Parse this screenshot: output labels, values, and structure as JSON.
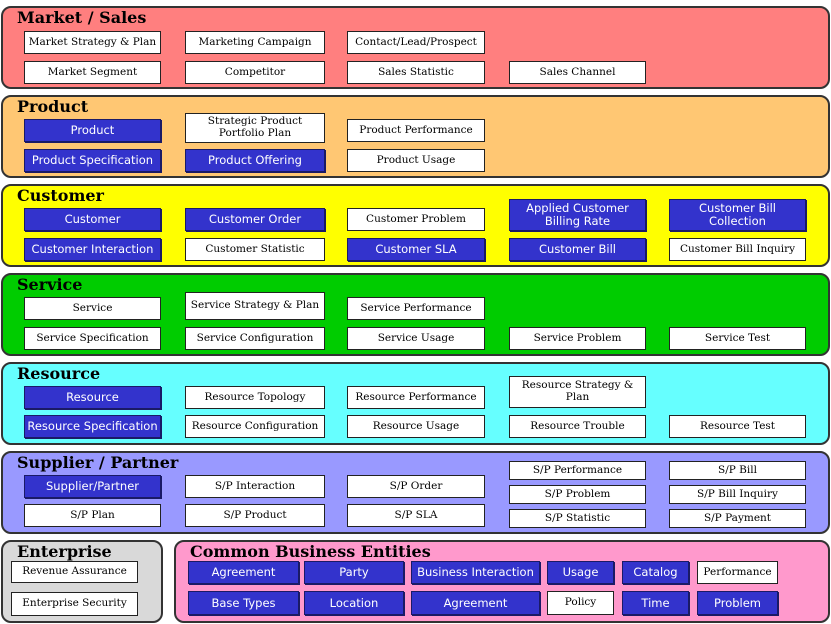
{
  "colors": {
    "market_sales": "#ff7f7f",
    "product": "#ffc773",
    "customer": "#ffff00",
    "service": "#00cc00",
    "resource": "#66ffff",
    "supplier_partner": "#9999ff",
    "enterprise": "#d9d9d9",
    "common": "#ff99cc",
    "highlight_box": "#3333cc",
    "plain_box": "#ffffff"
  },
  "market_sales": {
    "title": "Market / Sales",
    "entities": [
      "Market Strategy & Plan",
      "Marketing Campaign",
      "Contact/Lead/Prospect",
      "Market Segment",
      "Competitor",
      "Sales Statistic",
      "Sales Channel"
    ]
  },
  "product": {
    "title": "Product",
    "entities": [
      "Product",
      "Strategic Product Portfolio Plan",
      "Product Performance",
      "Product Specification",
      "Product Offering",
      "Product Usage"
    ]
  },
  "customer": {
    "title": "Customer",
    "entities": [
      "Customer",
      "Customer Order",
      "Customer Problem",
      "Applied Customer Billing Rate",
      "Customer Bill Collection",
      "Customer Interaction",
      "Customer Statistic",
      "Customer SLA",
      "Customer Bill",
      "Customer Bill Inquiry"
    ]
  },
  "service": {
    "title": "Service",
    "entities": [
      "Service",
      "Service Strategy & Plan",
      "Service Performance",
      "Service Specification",
      "Service Configuration",
      "Service Usage",
      "Service Problem",
      "Service Test"
    ]
  },
  "resource": {
    "title": "Resource",
    "entities": [
      "Resource",
      "Resource Topology",
      "Resource Performance",
      "Resource Strategy & Plan",
      "Resource Specification",
      "Resource Configuration",
      "Resource Usage",
      "Resource Trouble",
      "Resource Test"
    ]
  },
  "supplier_partner": {
    "title": "Supplier / Partner",
    "entities": [
      "S/P Performance",
      "S/P Bill",
      "Supplier/Partner",
      "S/P Interaction",
      "S/P Order",
      "S/P Problem",
      "S/P Bill Inquiry",
      "S/P Plan",
      "S/P Product",
      "S/P SLA",
      "S/P Statistic",
      "S/P Payment"
    ]
  },
  "enterprise": {
    "title": "Enterprise",
    "entities": [
      "Revenue Assurance",
      "Enterprise Security"
    ]
  },
  "common": {
    "title": "Common Business Entities",
    "entities": [
      "Agreement",
      "Party",
      "Business Interaction",
      "Usage",
      "Catalog",
      "Performance",
      "Base Types",
      "Location",
      "Agreement",
      "Policy",
      "Time",
      "Problem"
    ]
  }
}
